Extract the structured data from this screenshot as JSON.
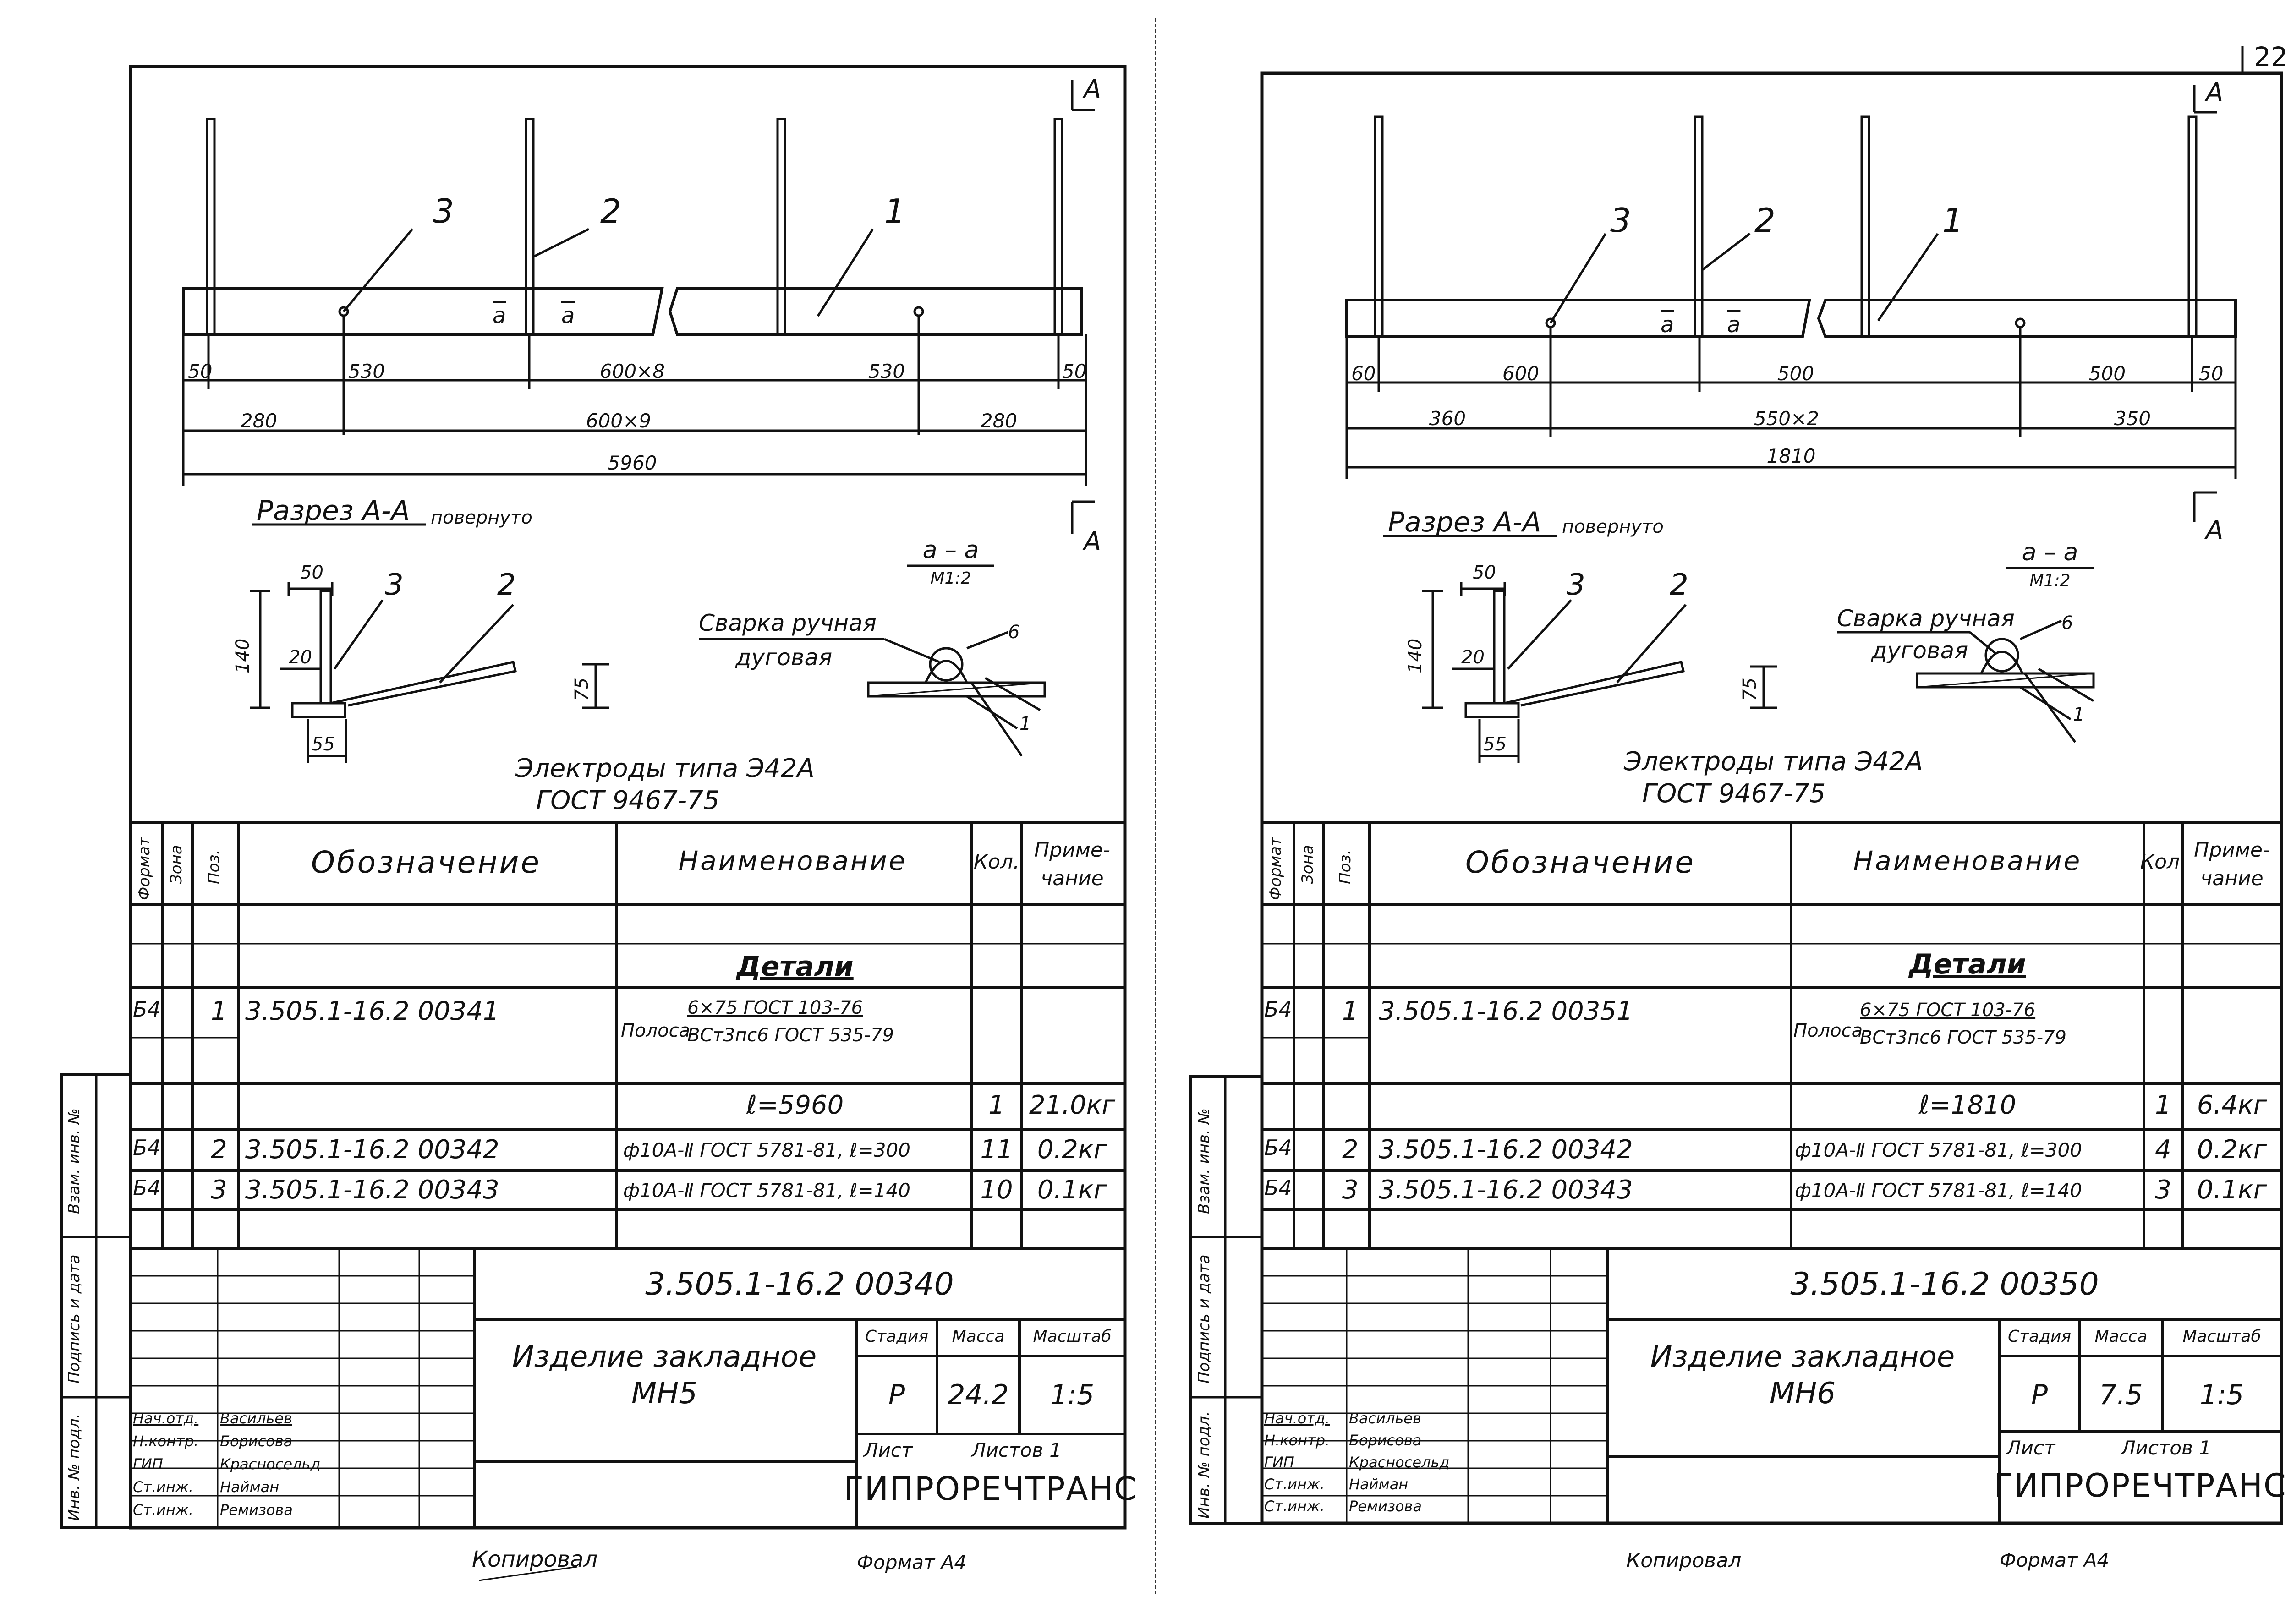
{
  "page": {
    "corner_number": "22",
    "background": "#ffffff",
    "ink": "#111111"
  },
  "sheets": [
    {
      "section_marker": "A",
      "callouts": [
        "3",
        "2",
        "1"
      ],
      "weld_marks": [
        "a",
        "a"
      ],
      "dims_row1": [
        "50",
        "530",
        "600×8",
        "530",
        "50"
      ],
      "dims_row2": [
        "280",
        "600×9",
        "280"
      ],
      "dims_total": "5960",
      "section_title": "Разрез А-А",
      "section_note": "повернуто",
      "section_dims": [
        "50",
        "140",
        "20",
        "75",
        "55"
      ],
      "section_callouts": [
        "3",
        "2"
      ],
      "weld_title": "а – а",
      "weld_scale": "М1:2",
      "weld_label_1": "Сварка ручная",
      "weld_label_2": "дуговая",
      "weld_dims": [
        "6",
        "1"
      ],
      "electrodes_1": "Электроды типа Э42А",
      "electrodes_2": "ГОСТ 9467-75",
      "table_headers": {
        "format": "Формат",
        "zone": "Зона",
        "pos": "Поз.",
        "designation": "Обозначение",
        "name": "Наименование",
        "qty": "Кол.",
        "note": "Приме-\nчание"
      },
      "section_heading": "Детали",
      "rows": [
        {
          "format": "Б4",
          "pos": "1",
          "designation": "3.505.1-16.2  00341",
          "name_prefix": "Полоса",
          "name_top": "6×75 ГОСТ 103-76",
          "name_bottom": "ВСт3пс6 ГОСТ 535-79",
          "length": "ℓ=5960",
          "qty": "1",
          "note": "21.0кг"
        },
        {
          "format": "Б4",
          "pos": "2",
          "designation": "3.505.1-16.2  00342",
          "name": "ф10А-Ⅱ ГОСТ 5781-81, ℓ=300",
          "qty": "11",
          "note": "0.2кг"
        },
        {
          "format": "Б4",
          "pos": "3",
          "designation": "3.505.1-16.2  00343",
          "name": "ф10А-Ⅱ ГОСТ 5781-81, ℓ=140",
          "qty": "10",
          "note": "0.1кг"
        }
      ],
      "doc_code": "3.505.1-16.2  00340",
      "product_line_1": "Изделие закладное",
      "product_line_2": "МН5",
      "stage_label": "Стадия",
      "mass_label": "Масса",
      "scale_label": "Масштаб",
      "stage": "Р",
      "mass": "24.2",
      "scale": "1:5",
      "sheet_label": "Лист",
      "sheets_label": "Листов 1",
      "org": "ГИПРОРЕЧТРАНС",
      "signers": [
        {
          "role": "Нач.отд.",
          "name": "Васильев"
        },
        {
          "role": "Н.контр.",
          "name": "Борисова"
        },
        {
          "role": "ГИП",
          "name": "Красносельд"
        },
        {
          "role": "Ст.инж.",
          "name": "Найман"
        },
        {
          "role": "Ст.инж.",
          "name": "Ремизова"
        }
      ],
      "side_labels": [
        "Взам. инв. №",
        "Подпись и дата",
        "Инв. № подл."
      ],
      "copied_by": "Копировал",
      "format_label": "Формат А4"
    },
    {
      "section_marker": "А",
      "callouts": [
        "3",
        "2",
        "1"
      ],
      "weld_marks": [
        "а",
        "а"
      ],
      "dims_row1": [
        "60",
        "600",
        "500",
        "500",
        "50"
      ],
      "dims_row2": [
        "360",
        "550×2",
        "350"
      ],
      "dims_total": "1810",
      "section_title": "Разрез А-А",
      "section_note": "повернуто",
      "section_dims": [
        "50",
        "140",
        "20",
        "75",
        "55"
      ],
      "section_callouts": [
        "3",
        "2"
      ],
      "weld_title": "а – а",
      "weld_scale": "М1:2",
      "weld_label_1": "Сварка ручная",
      "weld_label_2": "дуговая",
      "weld_dims": [
        "6",
        "1"
      ],
      "electrodes_1": "Электроды типа Э42А",
      "electrodes_2": "ГОСТ 9467-75",
      "table_headers": {
        "format": "Формат",
        "zone": "Зона",
        "pos": "Поз.",
        "designation": "Обозначение",
        "name": "Наименование",
        "qty": "Кол.",
        "note": "Приме-\nчание"
      },
      "section_heading": "Детали",
      "rows": [
        {
          "format": "Б4",
          "pos": "1",
          "designation": "3.505.1-16.2  00351",
          "name_prefix": "Полоса",
          "name_top": "6×75 ГОСТ 103-76",
          "name_bottom": "ВСт3пс6 ГОСТ 535-79",
          "length": "ℓ=1810",
          "qty": "1",
          "note": "6.4кг"
        },
        {
          "format": "Б4",
          "pos": "2",
          "designation": "3.505.1-16.2  00342",
          "name": "ф10А-Ⅱ ГОСТ 5781-81, ℓ=300",
          "qty": "4",
          "note": "0.2кг"
        },
        {
          "format": "Б4",
          "pos": "3",
          "designation": "3.505.1-16.2  00343",
          "name": "ф10А-Ⅱ ГОСТ 5781-81, ℓ=140",
          "qty": "3",
          "note": "0.1кг"
        }
      ],
      "doc_code": "3.505.1-16.2  00350",
      "product_line_1": "Изделие закладное",
      "product_line_2": "МН6",
      "stage_label": "Стадия",
      "mass_label": "Масса",
      "scale_label": "Масштаб",
      "stage": "Р",
      "mass": "7.5",
      "scale": "1:5",
      "sheet_label": "Лист",
      "sheets_label": "Листов 1",
      "org": "ГИПРОРЕЧТРАНС",
      "signers": [
        {
          "role": "Нач.отд.",
          "name": "Васильев"
        },
        {
          "role": "Н.контр.",
          "name": "Борисова"
        },
        {
          "role": "ГИП",
          "name": "Красносельд"
        },
        {
          "role": "Ст.инж.",
          "name": "Найман"
        },
        {
          "role": "Ст.инж.",
          "name": "Ремизова"
        }
      ],
      "side_labels": [
        "Взам. инв. №",
        "Подпись и дата",
        "Инв. № подл."
      ],
      "copied_by": "Копировал",
      "format_label": "Формат А4"
    }
  ]
}
